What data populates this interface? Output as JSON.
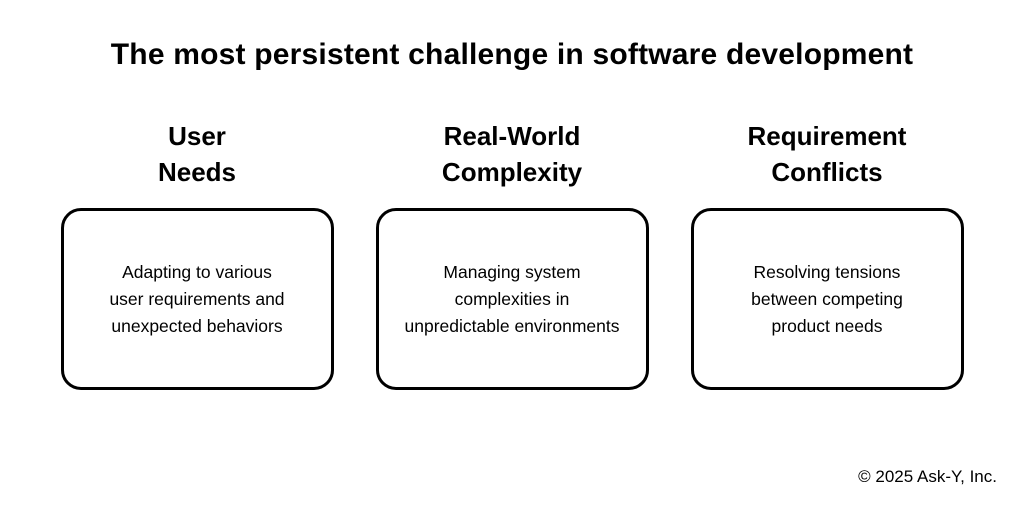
{
  "page": {
    "background_color": "#ffffff",
    "text_color": "#000000",
    "box_border_color": "#000000"
  },
  "title": "The most persistent challenge in software development",
  "columns": [
    {
      "heading": "User\nNeeds",
      "box_text": "Adapting to various\nuser requirements and\nunexpected behaviors"
    },
    {
      "heading": "Real-World\nComplexity",
      "box_text": "Managing system\ncomplexities in\nunpredictable environments"
    },
    {
      "heading": "Requirement\nConflicts",
      "box_text": "Resolving tensions\nbetween competing\nproduct needs"
    }
  ],
  "footer": {
    "copyright": "© 2025 Ask-Y, Inc."
  }
}
